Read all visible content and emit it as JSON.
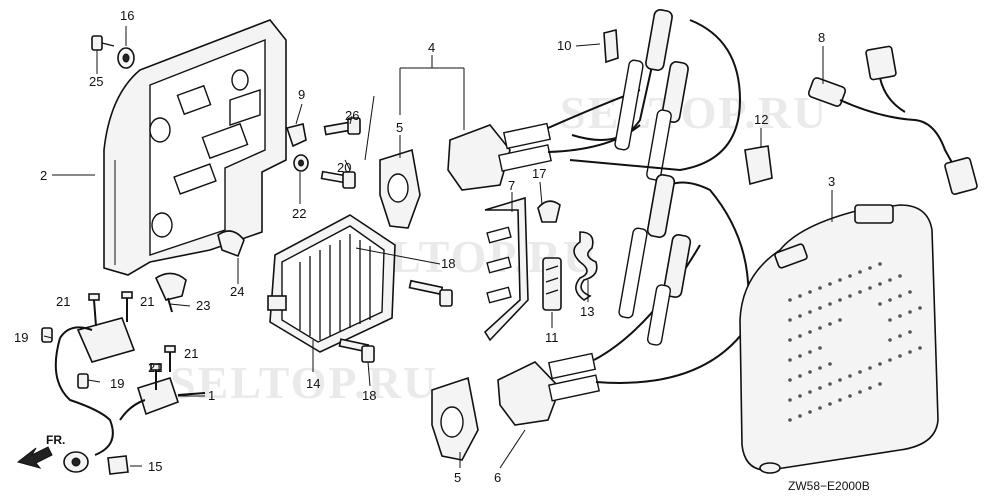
{
  "diagram": {
    "code": "ZW58−E2000B",
    "direction_marker": "FR.",
    "watermarks": [
      "SELTOP.RU",
      "SELTOP.RU",
      "SELTOP.RU"
    ],
    "callouts": [
      "16",
      "25",
      "2",
      "9",
      "26",
      "20",
      "22",
      "24",
      "4",
      "5",
      "7",
      "17",
      "18",
      "10",
      "8",
      "12",
      "3",
      "21",
      "21",
      "23",
      "19",
      "19",
      "21",
      "21",
      "1",
      "15",
      "14",
      "18",
      "11",
      "13",
      "5",
      "6"
    ]
  }
}
